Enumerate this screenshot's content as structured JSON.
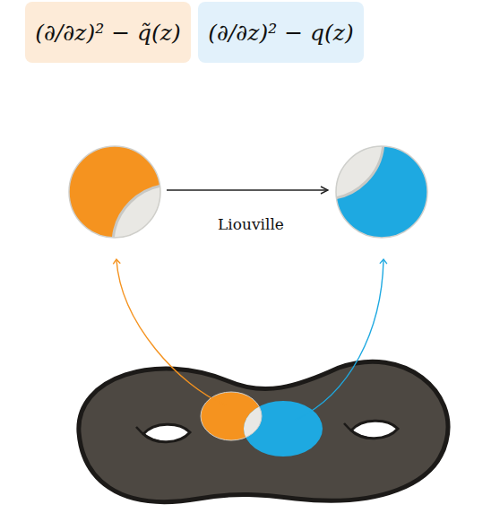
{
  "diagram": {
    "nodes": [
      {
        "text": [
          "(∂/∂z)² − q̃(z)"
        ]
      },
      {
        "text": [
          "(∂/∂z)² − q(z)"
        ]
      }
    ],
    "labels": [
      "Liouville"
    ]
  }
}
